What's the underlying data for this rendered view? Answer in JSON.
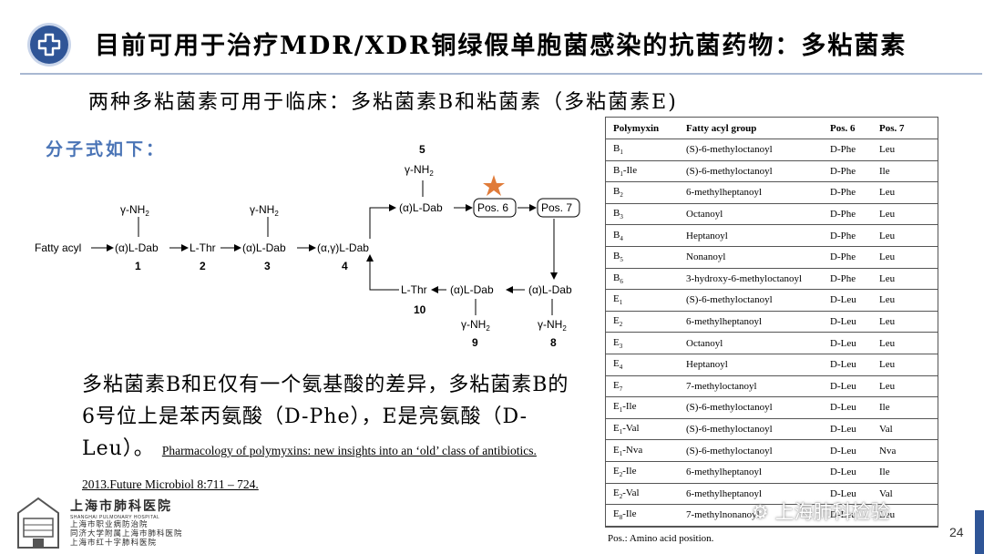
{
  "header": {
    "title": "目前可用于治疗MDR/XDR铜绿假单胞菌感染的抗菌药物：多粘菌素",
    "subtitle": "两种多粘菌素可用于临床：多粘菌素B和粘菌素（多粘菌素E)",
    "colors": {
      "accent": "#2f5597",
      "label_blue": "#4a74b6",
      "star": "#e07b39"
    }
  },
  "formula": {
    "label": "分子式如下：",
    "nodes": {
      "fatty": "Fatty acyl",
      "dab1": "(α)L-Dab",
      "thr2": "L-Thr",
      "dab3": "(α)L-Dab",
      "dab4": "(α,γ)L-Dab",
      "dab5": "(α)L-Dab",
      "pos6": "Pos. 6",
      "pos7": "Pos. 7",
      "dab8": "(α)L-Dab",
      "dab9": "(α)L-Dab",
      "thr10": "L-Thr",
      "nh2": "γ-NH",
      "nh2_sub": "2"
    },
    "numbers": {
      "n1": "1",
      "n2": "2",
      "n3": "3",
      "n4": "4",
      "n5": "5",
      "n8": "8",
      "n9": "9",
      "n10": "10"
    }
  },
  "description": {
    "text": "多粘菌素B和E仅有一个氨基酸的差异，多粘菌素B的6号位上是苯丙氨酸（D-Phe），E是亮氨酸（D-Leu）。",
    "citation": "Pharmacology of polymyxins: new insights into an ‘old’ class of antibiotics. 2013.Future Microbiol 8:711 – 724."
  },
  "table": {
    "headers": [
      "Polymyxin",
      "Fatty acyl group",
      "Pos. 6",
      "Pos. 7"
    ],
    "rows": [
      [
        "B",
        "1",
        "",
        "(S)-6-methyloctanoyl",
        "D-Phe",
        "Leu"
      ],
      [
        "B",
        "1",
        "-Ile",
        "(S)-6-methyloctanoyl",
        "D-Phe",
        "Ile"
      ],
      [
        "B",
        "2",
        "",
        "6-methylheptanoyl",
        "D-Phe",
        "Leu"
      ],
      [
        "B",
        "3",
        "",
        "Octanoyl",
        "D-Phe",
        "Leu"
      ],
      [
        "B",
        "4",
        "",
        "Heptanoyl",
        "D-Phe",
        "Leu"
      ],
      [
        "B",
        "5",
        "",
        "Nonanoyl",
        "D-Phe",
        "Leu"
      ],
      [
        "B",
        "6",
        "",
        "3-hydroxy-6-methyloctanoyl",
        "D-Phe",
        "Leu"
      ],
      [
        "E",
        "1",
        "",
        "(S)-6-methyloctanoyl",
        "D-Leu",
        "Leu"
      ],
      [
        "E",
        "2",
        "",
        "6-methylheptanoyl",
        "D-Leu",
        "Leu"
      ],
      [
        "E",
        "3",
        "",
        "Octanoyl",
        "D-Leu",
        "Leu"
      ],
      [
        "E",
        "4",
        "",
        "Heptanoyl",
        "D-Leu",
        "Leu"
      ],
      [
        "E",
        "7",
        "",
        "7-methyloctanoyl",
        "D-Leu",
        "Leu"
      ],
      [
        "E",
        "1",
        "-Ile",
        "(S)-6-methyloctanoyl",
        "D-Leu",
        "Ile"
      ],
      [
        "E",
        "1",
        "-Val",
        "(S)-6-methyloctanoyl",
        "D-Leu",
        "Val"
      ],
      [
        "E",
        "1",
        "-Nva",
        "(S)-6-methyloctanoyl",
        "D-Leu",
        "Nva"
      ],
      [
        "E",
        "2",
        "-Ile",
        "6-methylheptanoyl",
        "D-Leu",
        "Ile"
      ],
      [
        "E",
        "2",
        "-Val",
        "6-methylheptanoyl",
        "D-Leu",
        "Val"
      ],
      [
        "E",
        "8",
        "-Ile",
        "7-methylnonanoyl",
        "D-Leu",
        "Leu"
      ]
    ],
    "footnote": "Pos.: Amino acid position."
  },
  "watermark": "上海肺科检验",
  "page_number": "24",
  "logo": {
    "name_cn": "上海市肺科医院",
    "name_en": "SHANGHAI PULMONARY HOSPITAL",
    "line1": "上海市职业病防治院",
    "line2": "同济大学附属上海市肺科医院",
    "line3": "上海市红十字肺科医院"
  }
}
